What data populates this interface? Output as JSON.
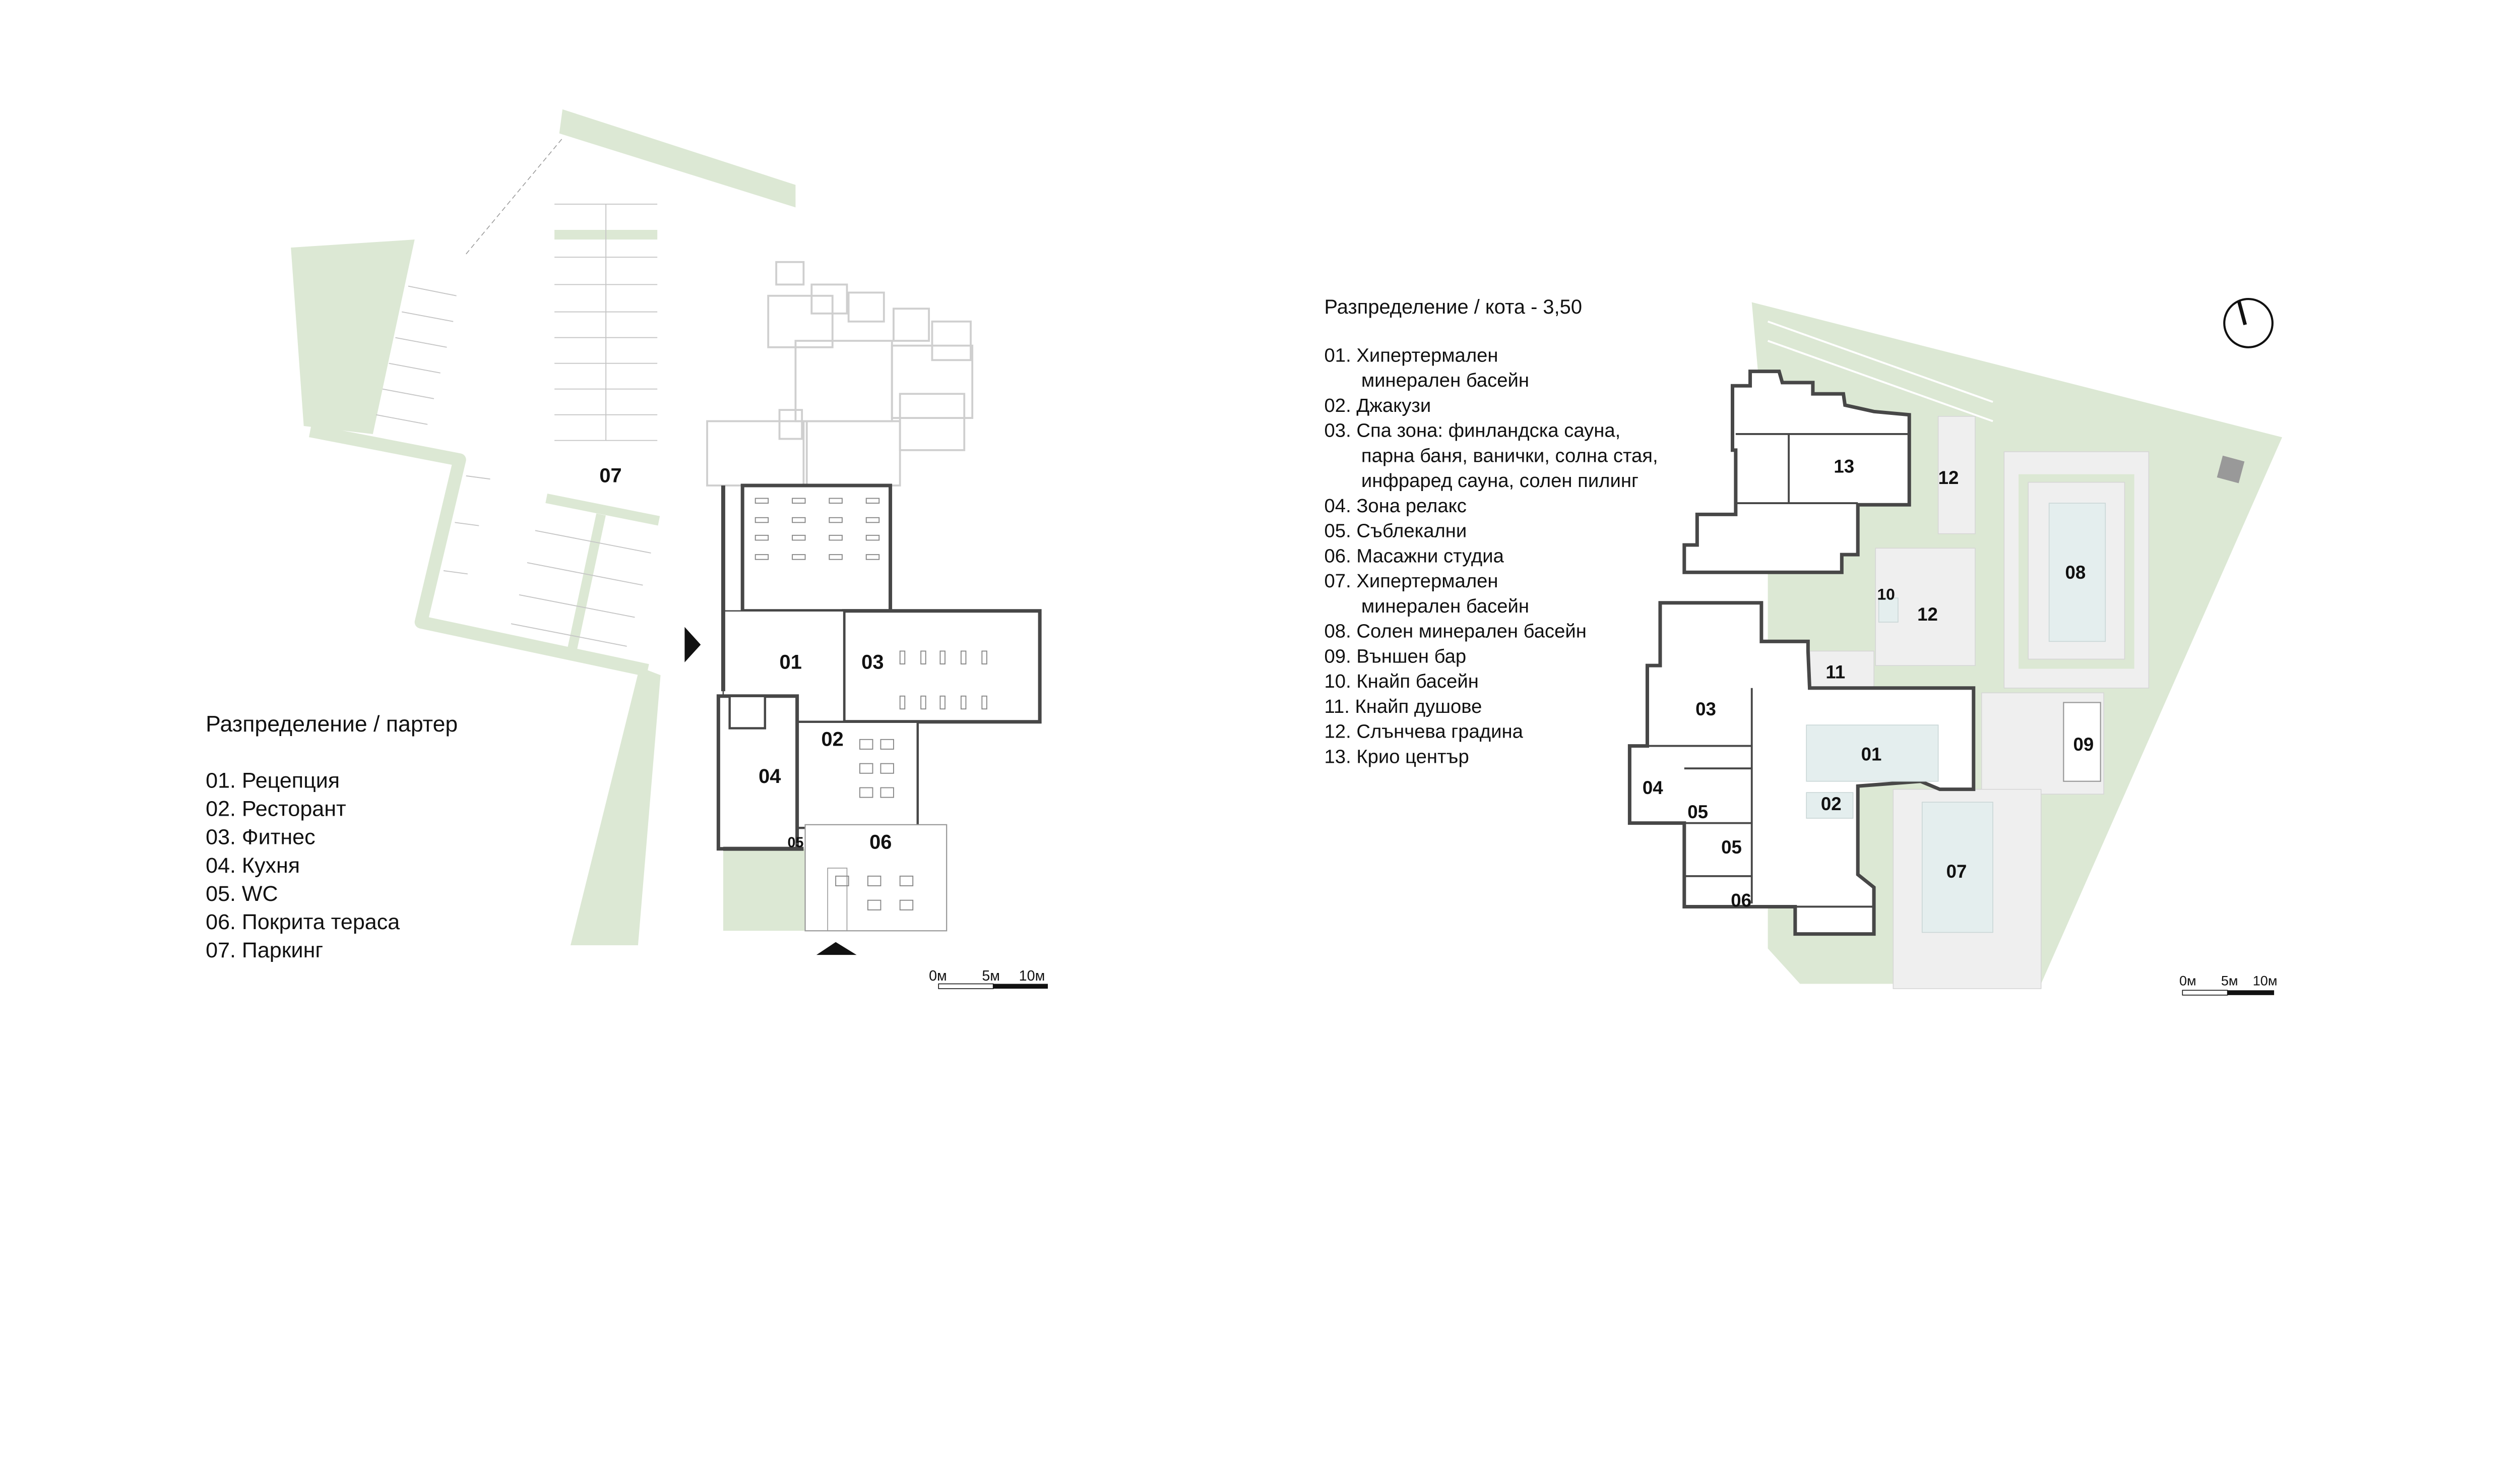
{
  "left_plan": {
    "title": "Разпределение / партер",
    "legend": [
      {
        "lines": [
          "01. Рецепция"
        ]
      },
      {
        "lines": [
          "02. Ресторант"
        ]
      },
      {
        "lines": [
          "03. Фитнес"
        ]
      },
      {
        "lines": [
          "04. Кухня"
        ]
      },
      {
        "lines": [
          "05. WC"
        ]
      },
      {
        "lines": [
          "06. Покрита тераса"
        ]
      },
      {
        "lines": [
          "07. Паркинг"
        ]
      }
    ],
    "room_labels": [
      "01",
      "02",
      "03",
      "04",
      "05",
      "06",
      "07"
    ],
    "scale": {
      "zero": "0м",
      "mid": "5м",
      "end": "10м"
    }
  },
  "right_plan": {
    "title": "Разпределение / кота - 3,50",
    "legend": [
      {
        "lines": [
          "01. Хипертермален",
          "минерален басейн"
        ]
      },
      {
        "lines": [
          "02. Джакузи"
        ]
      },
      {
        "lines": [
          "03. Спа зона: финландска сауна,",
          "парна баня, ванички, солна стая,",
          "инфраред сауна, солен пилинг"
        ]
      },
      {
        "lines": [
          "04. Зона релакс"
        ]
      },
      {
        "lines": [
          "05. Съблекални"
        ]
      },
      {
        "lines": [
          "06. Масажни студиа"
        ]
      },
      {
        "lines": [
          "07. Хипертермален",
          "минерален басейн"
        ]
      },
      {
        "lines": [
          "08. Солен минерален басейн"
        ]
      },
      {
        "lines": [
          "09. Външен бар"
        ]
      },
      {
        "lines": [
          "10. Кнайп басейн"
        ]
      },
      {
        "lines": [
          "11. Кнайп душове"
        ]
      },
      {
        "lines": [
          "12. Слънчева градина"
        ]
      },
      {
        "lines": [
          "13. Крио център"
        ]
      }
    ],
    "room_labels": [
      "01",
      "02",
      "03",
      "04",
      "05",
      "05",
      "06",
      "07",
      "08",
      "09",
      "10",
      "11",
      "12",
      "12",
      "13"
    ],
    "scale": {
      "zero": "0м",
      "mid": "5м",
      "end": "10м"
    }
  },
  "icons": {
    "entrance": "entrance-arrow-icon",
    "north": "north-compass-icon"
  },
  "colors": {
    "landscape": "#dce8d4",
    "walls": "#474747",
    "pool": "#e4eeee",
    "deck": "#efefef"
  }
}
